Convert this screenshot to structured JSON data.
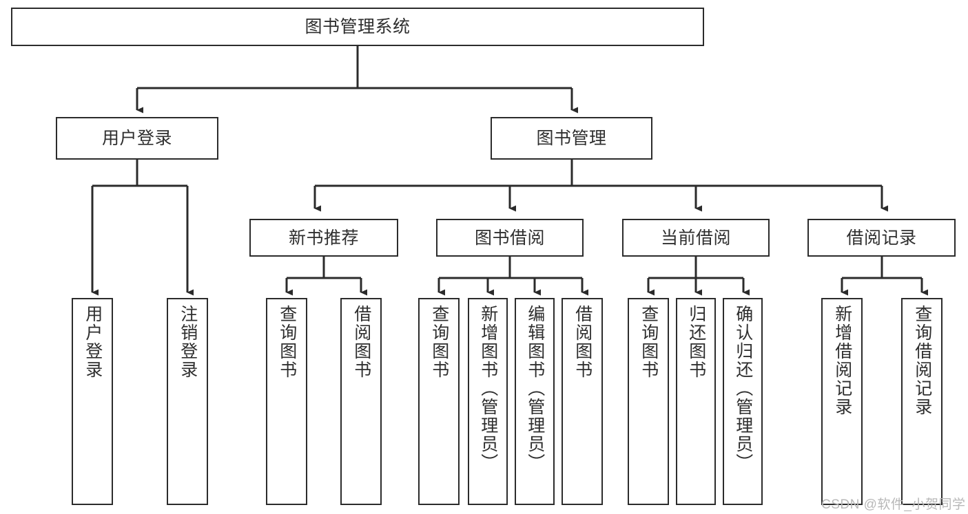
{
  "diagram": {
    "type": "tree",
    "title": "图书管理系统",
    "orientation": "top-down",
    "colors": {
      "box_border": "#2b2b2b",
      "box_fill": "#ffffff",
      "edge": "#2b2b2b",
      "text": "#2e2e2e",
      "background": "#ffffff",
      "watermark": "#b8b8b8"
    },
    "root": {
      "label": "图书管理系统"
    },
    "level2": [
      {
        "label": "用户登录"
      },
      {
        "label": "图书管理"
      }
    ],
    "level3": [
      {
        "label": "新书推荐"
      },
      {
        "label": "图书借阅"
      },
      {
        "label": "当前借阅"
      },
      {
        "label": "借阅记录"
      }
    ],
    "leaves": {
      "user_login": [
        {
          "label": "用户登录"
        },
        {
          "label": "注销登录"
        }
      ],
      "new_book_recommend": [
        {
          "label": "查询图书"
        },
        {
          "label": "借阅图书"
        }
      ],
      "book_borrow": [
        {
          "label": "查询图书"
        },
        {
          "label": "新增图书（管理员）"
        },
        {
          "label": "编辑图书（管理员）"
        },
        {
          "label": "借阅图书"
        }
      ],
      "current_borrow": [
        {
          "label": "查询图书"
        },
        {
          "label": "归还图书"
        },
        {
          "label": "确认归还（管理员）"
        }
      ],
      "borrow_record": [
        {
          "label": "新增借阅记录"
        },
        {
          "label": "查询借阅记录"
        }
      ]
    },
    "watermark": "CSDN @软件_小贺同学"
  }
}
